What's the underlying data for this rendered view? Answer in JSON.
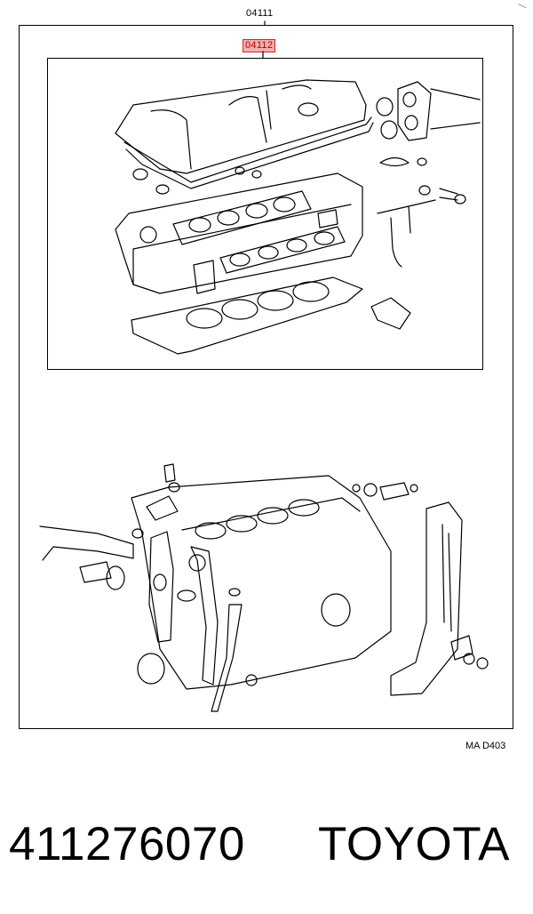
{
  "diagram": {
    "assembly_label": "04111",
    "subassembly_label": "04112",
    "highlight_color": "#e02020",
    "reference_code": "MA  D403"
  },
  "footer": {
    "part_number": "411276070",
    "brand": "TOYOTA"
  }
}
